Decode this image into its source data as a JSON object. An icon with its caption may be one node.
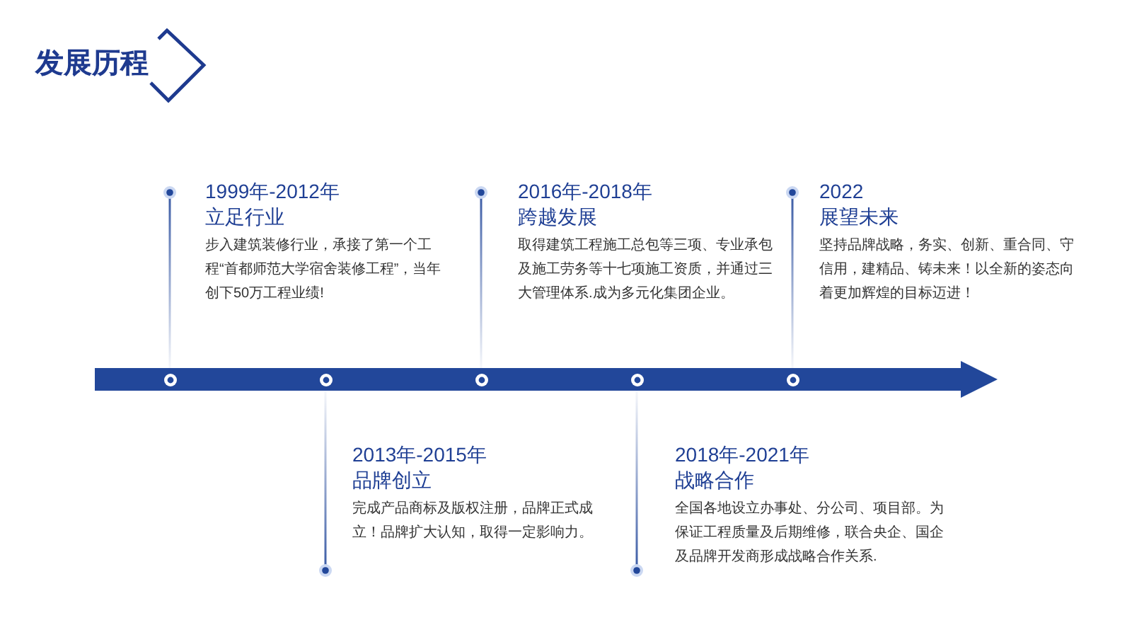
{
  "diagram": {
    "title": "发展历程",
    "nodes": [
      {
        "text": [
          "1999年-2012年",
          "立足行业",
          "步入建筑装修行业，承接了第一个工程“首都师范大学宿舍装修工程”，当年创下50万工程业绩!"
        ]
      },
      {
        "text": [
          "2013年-2015年",
          "品牌创立",
          "完成产品商标及版权注册，品牌正式成立！品牌扩大认知，取得一定影响力。"
        ]
      },
      {
        "text": [
          "2016年-2018年",
          "跨越发展",
          "取得建筑工程施工总包等三项、专业承包及施工劳务等十七项施工资质，并通过三大管理体系.成为多元化集团企业。"
        ]
      },
      {
        "text": [
          "2018年-2021年",
          "战略合作",
          "全国各地设立办事处、分公司、项目部。为保证工程质量及后期维修，联合央企、国企及品牌开发商形成战略合作关系."
        ]
      },
      {
        "text": [
          "2022",
          "展望未来",
          "坚持品牌战略，务实、创新、重合同、守信用，建精品、铸未来！以全新的姿态向着更加辉煌的目标迈进！"
        ]
      },
      {
        "text": [],
        "shape": "arrow"
      }
    ],
    "edges": [
      {
        "from": 0,
        "to": 5,
        "arrow": "other"
      },
      {
        "from": 1,
        "to": 5,
        "arrow": "other"
      },
      {
        "from": 2,
        "to": 5,
        "arrow": "other"
      },
      {
        "from": 3,
        "to": 5,
        "arrow": "other"
      },
      {
        "from": 4,
        "to": 5,
        "arrow": "other"
      }
    ]
  }
}
